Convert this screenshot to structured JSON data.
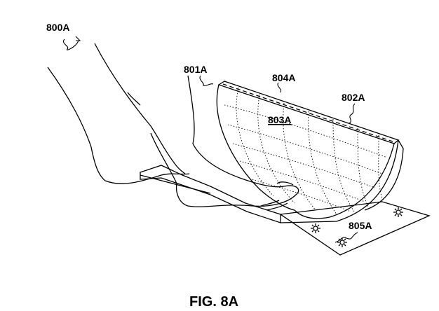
{
  "figure": {
    "caption": "FIG. 8A",
    "labels": {
      "ref_800A": "800A",
      "ref_801A": "801A",
      "ref_804A": "804A",
      "ref_802A": "802A",
      "ref_803A": "803A",
      "ref_805A": "805A"
    }
  },
  "colors": {
    "line": "#000000",
    "background": "#ffffff"
  },
  "icons": [
    "sun-icon",
    "sun-icon",
    "sun-icon"
  ]
}
